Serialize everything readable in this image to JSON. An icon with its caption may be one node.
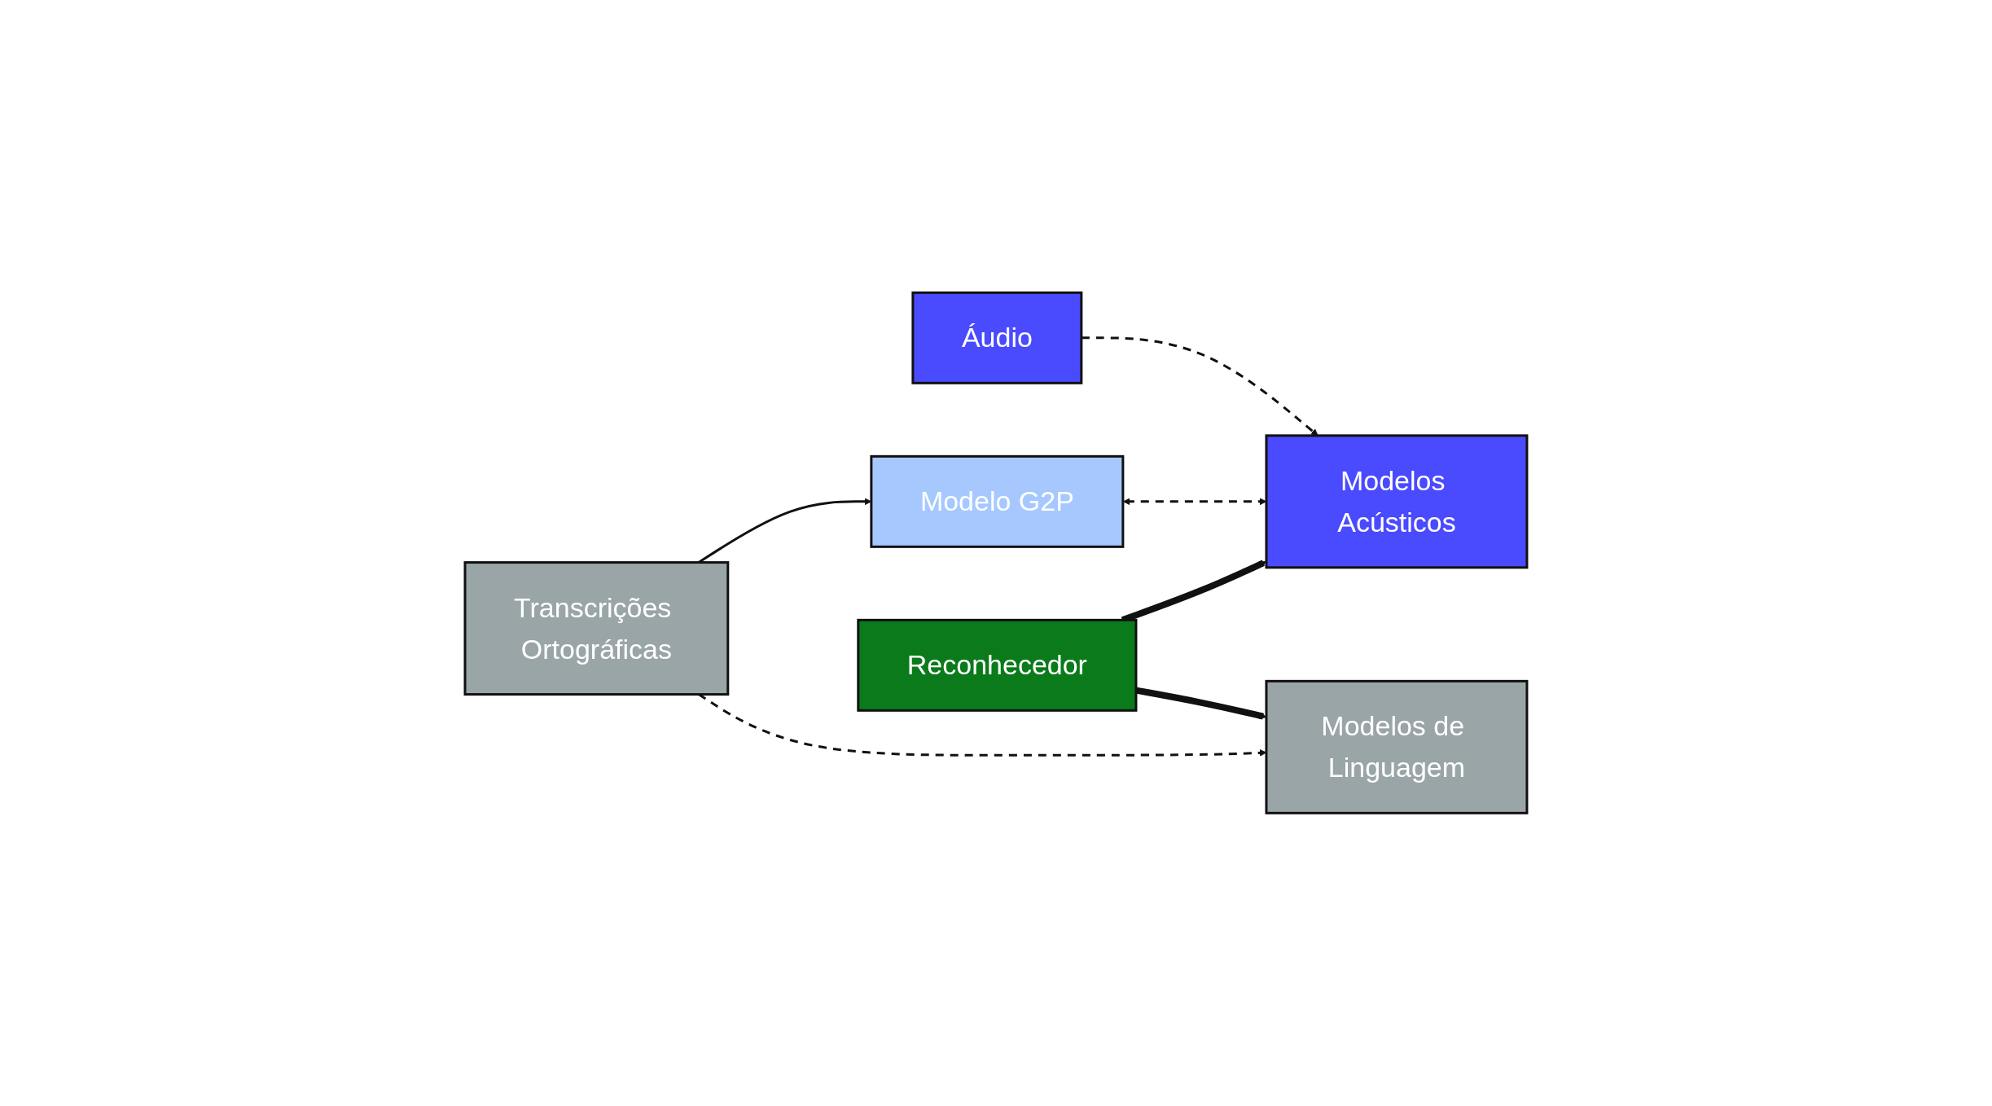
{
  "diagram": {
    "nodes": [
      {
        "text": [
          "Áudio"
        ]
      },
      {
        "text": [
          "Modelos Acústicos"
        ]
      },
      {
        "text": [
          "Transcrições Ortográficas"
        ]
      },
      {
        "text": [
          "Modelos de Linguagem"
        ]
      },
      {
        "text": [
          "Modelo G2P"
        ]
      },
      {
        "text": [
          "Reconhecedor"
        ]
      }
    ],
    "edges": [
      {
        "from": 0,
        "to": 1,
        "arrow": "to",
        "style": "dashed"
      },
      {
        "from": 2,
        "to": 3,
        "arrow": "to",
        "style": "dashed"
      },
      {
        "from": 4,
        "to": 1,
        "arrow": "both",
        "style": "dashed"
      },
      {
        "from": 2,
        "to": 4,
        "arrow": "to"
      },
      {
        "from": 5,
        "to": 3,
        "arrow": "to",
        "style": "thick"
      },
      {
        "from": 5,
        "to": 1,
        "arrow": "to",
        "style": "thick"
      }
    ]
  }
}
